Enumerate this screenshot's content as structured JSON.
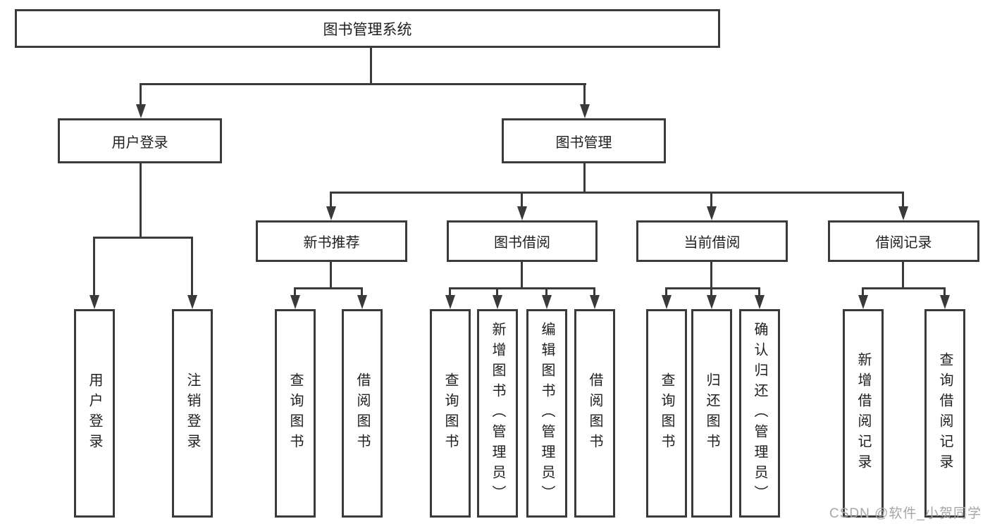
{
  "diagram": {
    "root": {
      "label": "图书管理系统"
    },
    "level2": {
      "user_login": {
        "label": "用户登录"
      },
      "book_mgmt": {
        "label": "图书管理"
      }
    },
    "level3": {
      "new_book": {
        "label": "新书推荐"
      },
      "book_borrow": {
        "label": "图书借阅"
      },
      "current_borrow": {
        "label": "当前借阅"
      },
      "borrow_record": {
        "label": "借阅记录"
      }
    },
    "leaves": {
      "user_login": [
        "用户登录",
        "注销登录"
      ],
      "new_book": [
        "查询图书",
        "借阅图书"
      ],
      "book_borrow": [
        "查询图书",
        "新增图书（管理员）",
        "编辑图书（管理员）",
        "借阅图书"
      ],
      "current_borrow": [
        "查询图书",
        "归还图书",
        "确认归还（管理员）"
      ],
      "borrow_record": [
        "新增借阅记录",
        "查询借阅记录"
      ]
    },
    "watermark": "CSDN @软件_小贺同学",
    "colors": {
      "line": "#3a3a3a",
      "text": "#1f1f1f",
      "watermark": "#a6a6a6",
      "background": "#ffffff"
    }
  }
}
